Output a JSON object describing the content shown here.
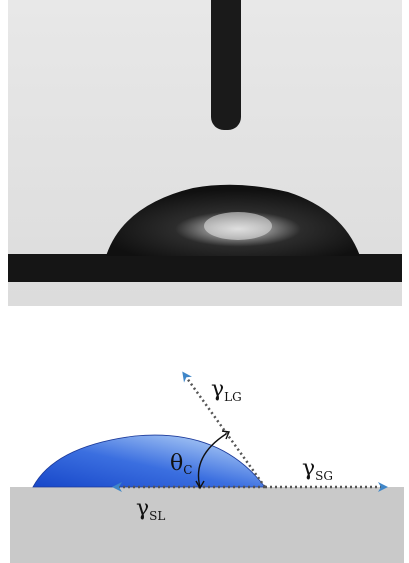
{
  "photo": {
    "description_icon": "droplet-on-surface-photo"
  },
  "diagram": {
    "labels": {
      "gamma_lg": {
        "symbol": "γ",
        "sub": "LG"
      },
      "gamma_sg": {
        "symbol": "γ",
        "sub": "SG"
      },
      "gamma_sl": {
        "symbol": "γ",
        "sub": "SL"
      },
      "theta_c": {
        "symbol": "θ",
        "sub": "C"
      }
    },
    "colors": {
      "droplet_light": "#c9e3fb",
      "droplet_dark": "#1747c9",
      "substrate": "#c9c9c9",
      "arrow_head": "#3f86c8",
      "dotted_line": "#555555"
    }
  }
}
